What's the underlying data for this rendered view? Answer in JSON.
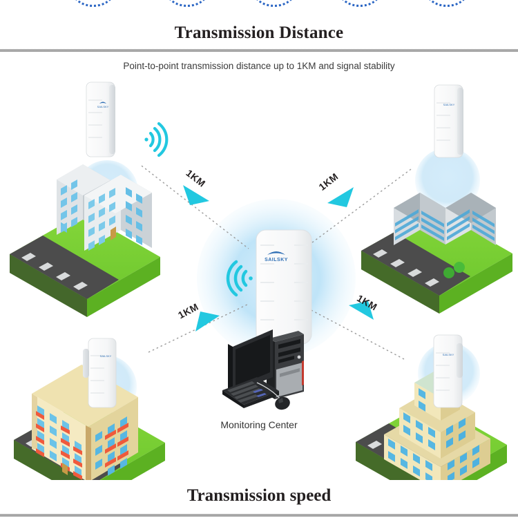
{
  "page": {
    "title": "Transmission Distance",
    "subtitle": "Point-to-point transmission distance up to 1KM and signal stability",
    "bottom_title": "Transmission speed",
    "divider_color": "#a8a8a8",
    "background": "#ffffff"
  },
  "colors": {
    "accent_cyan": "#22c8e0",
    "wifi_cyan": "#23c6de",
    "glow_blue": "#b9e2f7",
    "grass_green": "#6ec72e",
    "grass_green_dark": "#4e9b17",
    "road_gray": "#4c4c4c",
    "road_gray_dark": "#3a3a3a",
    "device_white": "#fdfdfd",
    "device_shade": "#e6e8ea",
    "logo_blue": "#2f6fb5",
    "window_blue": "#5fb4e0",
    "building_cream": "#f3e6b8",
    "building_tan": "#ded09a",
    "balcony_red": "#f05a3c",
    "building_gray": "#e3e6e8",
    "dotted_line": "#999999",
    "title_text": "#231f20",
    "subtitle_text": "#3a3a3a"
  },
  "diagram": {
    "center_node": {
      "name": "cpe-device-center",
      "logo_text": "SAILSKY",
      "wifi_direction": "left"
    },
    "monitoring": {
      "label": "Monitoring Center",
      "devices": [
        "monitor",
        "tower",
        "keyboard",
        "mouse"
      ]
    },
    "links": [
      {
        "id": "link-top-left",
        "label": "1KM",
        "from": "building-top-left",
        "to": "cpe-device-center",
        "arrow_direction": "down-left"
      },
      {
        "id": "link-top-right",
        "label": "1KM",
        "from": "building-top-right",
        "to": "cpe-device-center",
        "arrow_direction": "down-right"
      },
      {
        "id": "link-bottom-left",
        "label": "1KM",
        "from": "building-bottom-left",
        "to": "cpe-device-center",
        "arrow_direction": "up-right"
      },
      {
        "id": "link-bottom-right",
        "label": "1KM",
        "from": "building-bottom-right",
        "to": "cpe-device-center",
        "arrow_direction": "down-left"
      }
    ],
    "nodes": [
      {
        "id": "building-top-left",
        "type": "office-tower",
        "color": "gray",
        "has_cpe": true,
        "has_wifi_icon": true
      },
      {
        "id": "building-top-right",
        "type": "curved-office",
        "color": "gray",
        "has_cpe": true,
        "has_wifi_icon": false
      },
      {
        "id": "building-bottom-left",
        "type": "residential-balcony",
        "color": "cream",
        "has_cpe": true,
        "has_wifi_icon": false
      },
      {
        "id": "building-bottom-right",
        "type": "tiered-office",
        "color": "tan",
        "has_cpe": true,
        "has_wifi_icon": false
      }
    ]
  },
  "top_partial_icons": {
    "count": 5,
    "shape": "dotted-circle",
    "color": "#2b66c4"
  }
}
